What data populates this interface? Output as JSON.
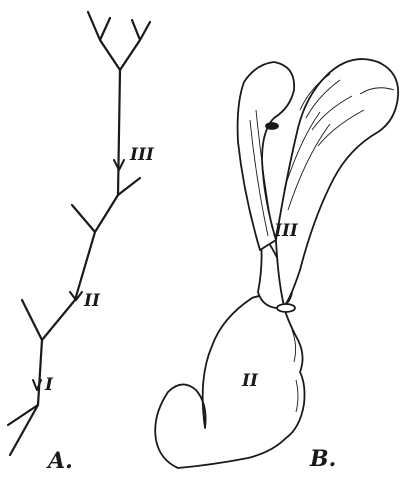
{
  "figure": {
    "panel_a": {
      "letter": "A.",
      "node_labels": [
        "I",
        "II",
        "III"
      ]
    },
    "panel_b": {
      "letter": "B.",
      "region_labels": [
        "II",
        "III"
      ]
    }
  }
}
